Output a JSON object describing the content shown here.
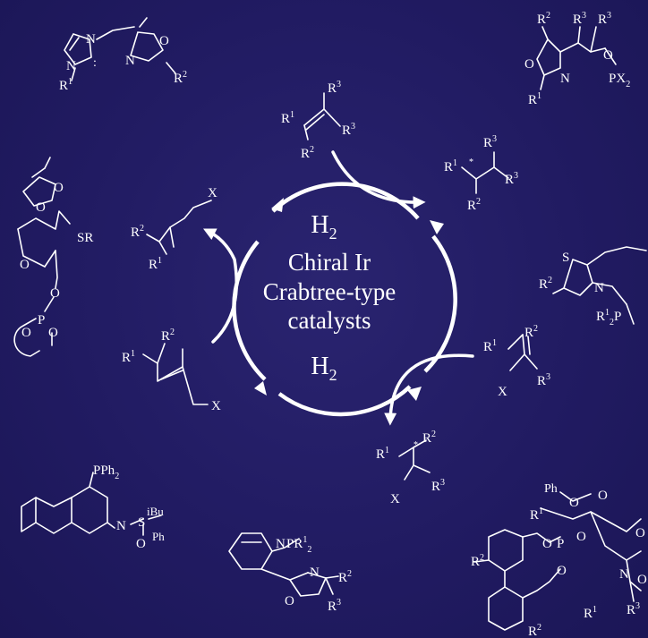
{
  "center": {
    "h2_top": "H",
    "h2_top_sub": "2",
    "line1": "Chiral Ir",
    "line2": "Crabtree-type",
    "line3": "catalysts",
    "h2_bottom": "H",
    "h2_bottom_sub": "2"
  },
  "atoms": {
    "N": "N",
    "O": "O",
    "S": "S",
    "P": "P",
    "X": "X",
    "SR": "SR",
    "Ph": "Ph",
    "R": "R",
    "sup1": "1",
    "sup2": "2",
    "sup3": "3",
    "PPh2": "PPh",
    "sub2": "2",
    "iBu": "iBu",
    "PR": "PR",
    "PX": "PX",
    "star": "*"
  },
  "colors": {
    "background": "#211b62",
    "foreground": "#ffffff"
  }
}
